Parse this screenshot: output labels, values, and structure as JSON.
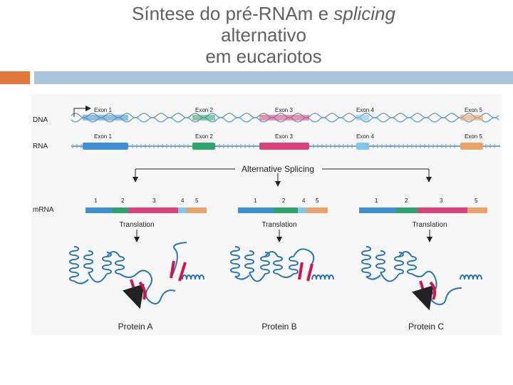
{
  "slide": {
    "title_line1_plain": "Síntese do pré-RNAm e ",
    "title_line1_italic": "splicing",
    "title_line2": "alternativo",
    "title_line3": "em eucariotos"
  },
  "figure": {
    "row_labels": {
      "dna": "DNA",
      "rna": "RNA",
      "mrna": "mRNA"
    },
    "exons": [
      "Exon 1",
      "Exon 2",
      "Exon 3",
      "Exon 4",
      "Exon 5"
    ],
    "alternative_splicing": "Alternative Splicing",
    "mrna_numbers": {
      "a": [
        "1",
        "2",
        "3",
        "4",
        "5"
      ],
      "b": [
        "1",
        "2",
        "4",
        "5"
      ],
      "c": [
        "1",
        "2",
        "3",
        "5"
      ]
    },
    "translation_labels": [
      "Translation",
      "Translation",
      "Translation"
    ],
    "proteins": [
      "Protein A",
      "Protein B",
      "Protein C"
    ],
    "colors": {
      "exon1": "#3f8fd2",
      "exon2": "#2fa36b",
      "exon3": "#d9437a",
      "exon4": "#7fc6ea",
      "exon5": "#e9a36c",
      "helix": "#2a74b8",
      "beta": "#d0154d"
    }
  }
}
